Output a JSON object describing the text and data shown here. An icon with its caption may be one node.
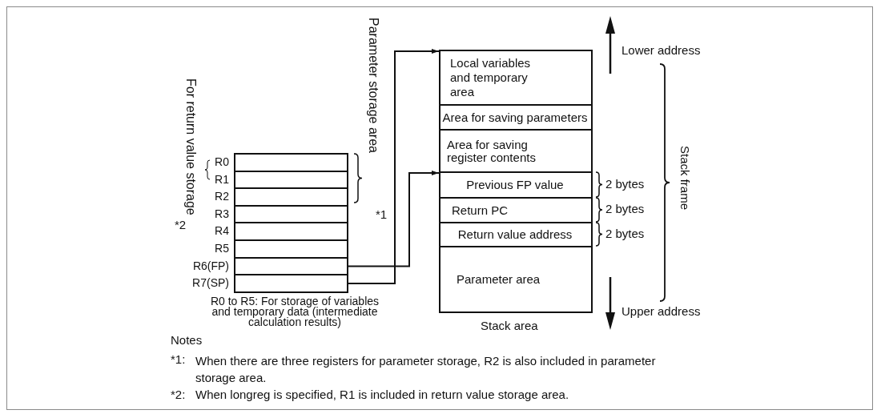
{
  "diagram": {
    "nodes": [
      {
        "text": [],
        "shape": "box",
        "beside": [
          "R0"
        ]
      },
      {
        "text": [],
        "shape": "box",
        "beside": [
          "R1"
        ]
      },
      {
        "text": [],
        "shape": "box",
        "beside": [
          "R2"
        ]
      },
      {
        "text": [],
        "shape": "box",
        "beside": [
          "R3"
        ]
      },
      {
        "text": [],
        "shape": "box",
        "beside": [
          "R4"
        ]
      },
      {
        "text": [],
        "shape": "box",
        "beside": [
          "R5"
        ]
      },
      {
        "text": [],
        "shape": "box",
        "beside": [
          "R6(FP)"
        ]
      },
      {
        "text": [],
        "shape": "box",
        "beside": [
          "R7(SP)"
        ]
      },
      {
        "text": [
          "Local variables and temporary area"
        ]
      },
      {
        "text": [
          "Area for saving parameters"
        ]
      },
      {
        "text": [
          "Area for saving register contents"
        ]
      },
      {
        "text": [
          "Previous FP value"
        ]
      },
      {
        "text": [
          "Return PC"
        ]
      },
      {
        "text": [
          "Return value address"
        ]
      },
      {
        "text": [
          "Parameter area"
        ]
      }
    ],
    "edges": [
      {
        "from": 6,
        "to": 11,
        "arrow": "to"
      },
      {
        "from": 7,
        "to": 8,
        "arrow": "to"
      }
    ],
    "labels": [
      "For return value storage",
      "*2",
      "Parameter storage area",
      "*1",
      "Lower address",
      "2 bytes",
      "2 bytes",
      "2 bytes",
      "Stack frame",
      "Upper address",
      "R0 to R5:  For storage of variables and temporary data (intermediate calculation results)",
      "Stack area",
      "Notes",
      "*1:",
      "When there are three registers for parameter storage, R2 is also included in parameter storage area.",
      "*2:",
      "When longreg is specified, R1 is included in return value storage area."
    ]
  }
}
